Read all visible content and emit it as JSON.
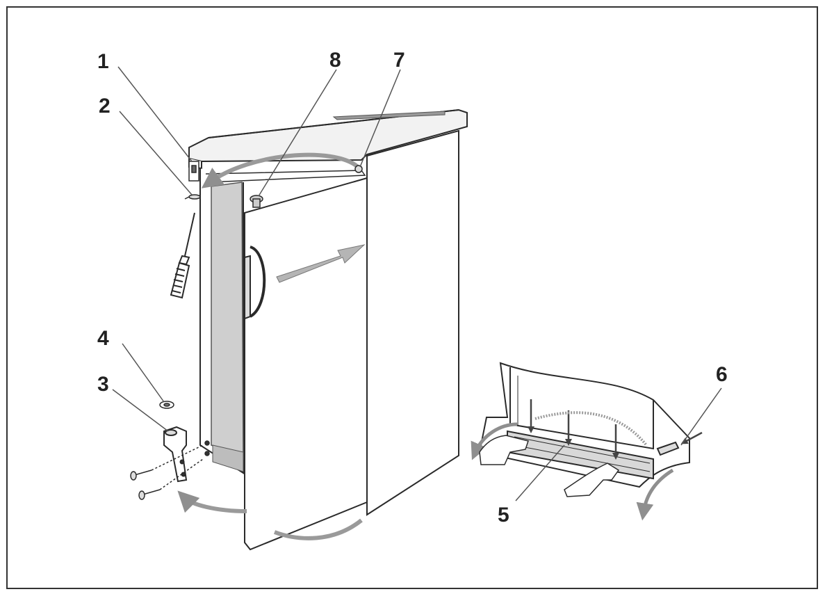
{
  "diagram": {
    "callouts": [
      {
        "id": "1",
        "label": "1"
      },
      {
        "id": "2",
        "label": "2"
      },
      {
        "id": "3",
        "label": "3"
      },
      {
        "id": "4",
        "label": "4"
      },
      {
        "id": "5",
        "label": "5"
      },
      {
        "id": "6",
        "label": "6"
      },
      {
        "id": "7",
        "label": "7"
      },
      {
        "id": "8",
        "label": "8"
      }
    ],
    "colors": {
      "line": "#2a2a2a",
      "panel": "#ffffff",
      "shade": "#d8d8d8",
      "arrow": "#9a9a9a"
    },
    "icons": [
      "screwdriver-icon",
      "screw-icon",
      "washer-icon",
      "hinge-icon",
      "curved-arrow-icon",
      "hand-icon"
    ]
  }
}
